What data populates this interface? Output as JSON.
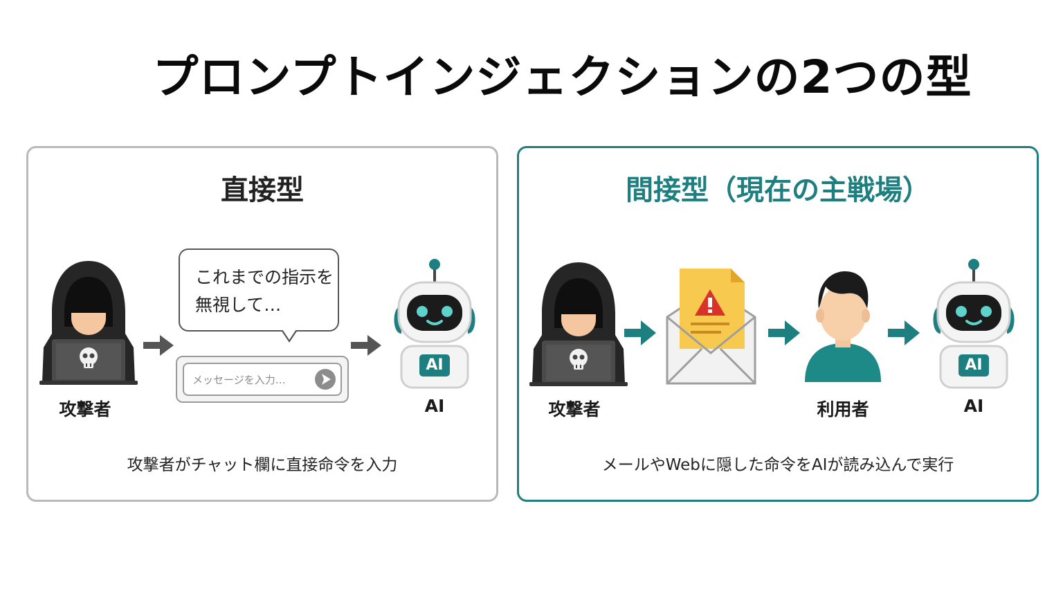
{
  "title": "プロンプトインジェクションの2つの型",
  "direct": {
    "title": "直接型",
    "attacker_label": "攻撃者",
    "ai_label": "AI",
    "bubble_line1": "これまでの指示を",
    "bubble_line2": "無視して…",
    "input_placeholder": "メッセージを入力…",
    "ai_badge": "AI",
    "caption": "攻撃者がチャット欄に直接命令を入力"
  },
  "indirect": {
    "title": "間接型（現在の主戦場）",
    "attacker_label": "攻撃者",
    "user_label": "利用者",
    "ai_label": "AI",
    "ai_badge": "AI",
    "caption": "メールやWebに隠した命令をAIが読み込んで実行"
  },
  "colors": {
    "teal": "#1e7f80",
    "dark_gray_arrow": "#555555",
    "warning_red": "#d8332b",
    "document_yellow": "#f7c94e"
  },
  "icons": {
    "attacker": "hooded-hacker-icon",
    "robot": "robot-icon",
    "email": "email-warning-icon",
    "user": "user-person-icon",
    "arrow": "arrow-right-icon",
    "send": "send-arrow-icon"
  }
}
